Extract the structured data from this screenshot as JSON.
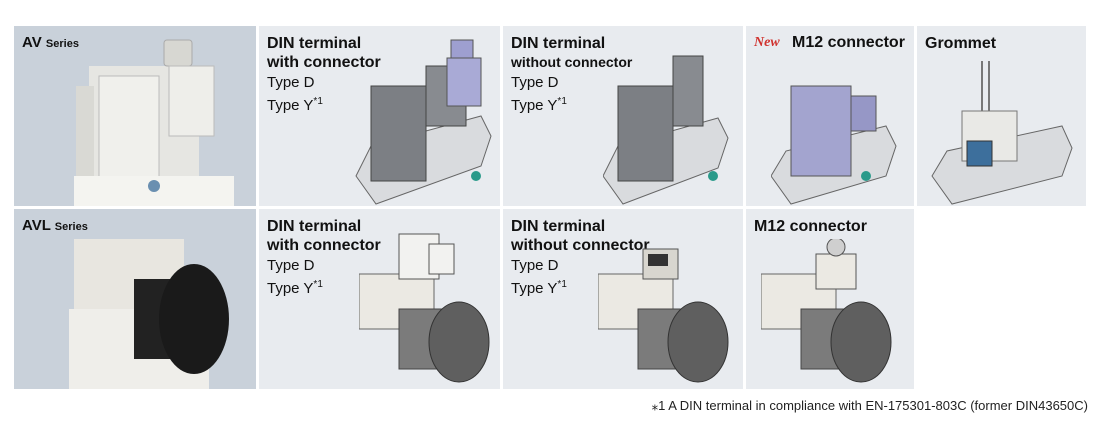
{
  "rows": [
    {
      "series_label": "AV",
      "series_suffix": "Series",
      "cells": [
        {
          "title_line1": "DIN terminal",
          "title_line2": "with connector",
          "type_d": "Type D",
          "type_y": "Type Y",
          "mark": "*1"
        },
        {
          "title_line1": "DIN terminal",
          "title_line2": "without connector",
          "type_d": "Type D",
          "type_y": "Type Y",
          "mark": "*1"
        },
        {
          "badge": "New",
          "title": "M12 connector"
        },
        {
          "title": "Grommet"
        }
      ]
    },
    {
      "series_label": "AVL",
      "series_suffix": "Series",
      "cells": [
        {
          "title_line1": "DIN terminal",
          "title_line2": "with connector",
          "type_d": "Type D",
          "type_y": "Type Y",
          "mark": "*1"
        },
        {
          "title_line1": "DIN terminal",
          "title_line2": "without connector",
          "type_d": "Type D",
          "type_y": "Type Y",
          "mark": "*1"
        },
        {
          "title": "M12 connector"
        }
      ]
    }
  ],
  "footnote": "⁎1  A DIN terminal in compliance with EN-175301-803C (former DIN43650C)"
}
